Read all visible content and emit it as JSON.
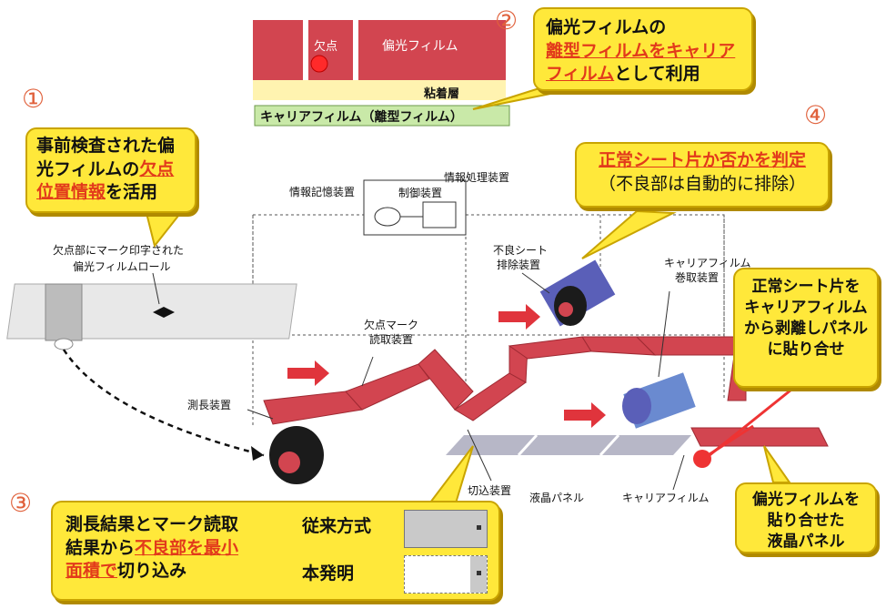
{
  "numbers": {
    "n1": "①",
    "n2": "②",
    "n3": "③",
    "n4": "④"
  },
  "film_diagram": {
    "defect": "欠点",
    "polarizer": "偏光フィルム",
    "adhesive": "粘着層",
    "carrier": "キャリアフィルム（離型フィルム）"
  },
  "callout2": {
    "line1": "偏光フィルムの",
    "hl1": "離型フィルムをキャリア",
    "hl2": "フィルム",
    "tail": "として利用"
  },
  "callout1": {
    "line1": "事前検査された偏",
    "line2a": "光フィルムの",
    "hl1": "欠点",
    "hl2": "位置情報",
    "tail": "を活用"
  },
  "callout4": {
    "hl": "正常シート片か否かを判定",
    "line2": "（不良部は自動的に排除）"
  },
  "callout_right": {
    "line1": "正常シート片を",
    "line2": "キャリアフィルム",
    "line3": "から剥離しパネル",
    "line4": "に貼り合せ"
  },
  "callout_bottom_right": {
    "line1": "偏光フィルムを",
    "line2": "貼り合せた",
    "line3": "液晶パネル"
  },
  "callout3": {
    "line1": "測長結果とマーク読取",
    "line2a": "結果から",
    "hl1": "不良部を最小",
    "hl2": "面積で",
    "tail": "切り込み",
    "conventional": "従来方式",
    "invention": "本発明"
  },
  "labels": {
    "info_proc": "情報処理装置",
    "info_store": "情報記憶装置",
    "control": "制御装置",
    "roll1": "欠点部にマーク印字された",
    "roll2": "偏光フィルムロール",
    "mark_read1": "欠点マーク",
    "mark_read2": "読取装置",
    "length_meas": "測長装置",
    "reject1": "不良シート",
    "reject2": "排除装置",
    "winder1": "キャリアフィルム",
    "winder2": "巻取装置",
    "cutter": "切込装置",
    "lcd": "液晶パネル",
    "carrier_film": "キャリアフィルム"
  },
  "colors": {
    "film_red": "#d8434c",
    "roller_blue": "#5a5fb8",
    "callout_yellow": "#ffe83a",
    "accent_red": "#e23a1b"
  }
}
